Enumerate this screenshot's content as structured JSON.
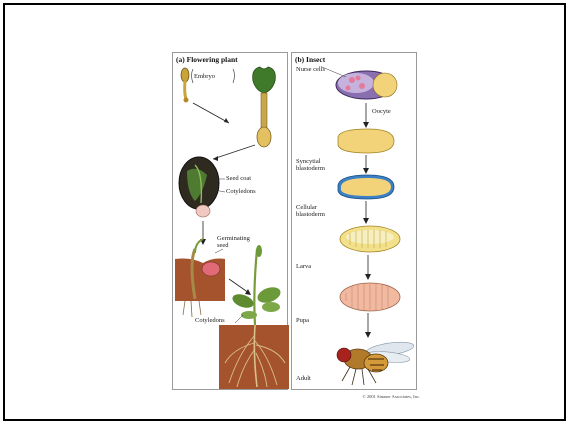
{
  "figure": {
    "panel_a": {
      "title": "(a) Flowering plant",
      "labels": {
        "embryo": "Embryo",
        "seed_coat": "Seed coat",
        "cotyledons_1": "Cotyledons",
        "germinating_seed": "Germinating seed",
        "cotyledons_2": "Cotyledons"
      }
    },
    "panel_b": {
      "title": "(b) Insect",
      "labels": {
        "nurse_cells": "Nurse cells",
        "oocyte": "Oocyte",
        "syncytial": "Syncytial blastoderm",
        "cellular": "Cellular blastoderm",
        "larva": "Larva",
        "pupa": "Pupa",
        "adult": "Adult"
      }
    },
    "credit": "© 2001 Sinauer Associates, Inc."
  },
  "colors": {
    "frame": "#000000",
    "yolk": "#f2d37a",
    "blastoderm_blue": "#3b7fc4",
    "seed_dark": "#3b2f1e",
    "leaf_green": "#6c9a3a",
    "soil": "#a5532c",
    "pupa_pink": "#f0b9a0",
    "nurse_purple": "#a993c8"
  }
}
